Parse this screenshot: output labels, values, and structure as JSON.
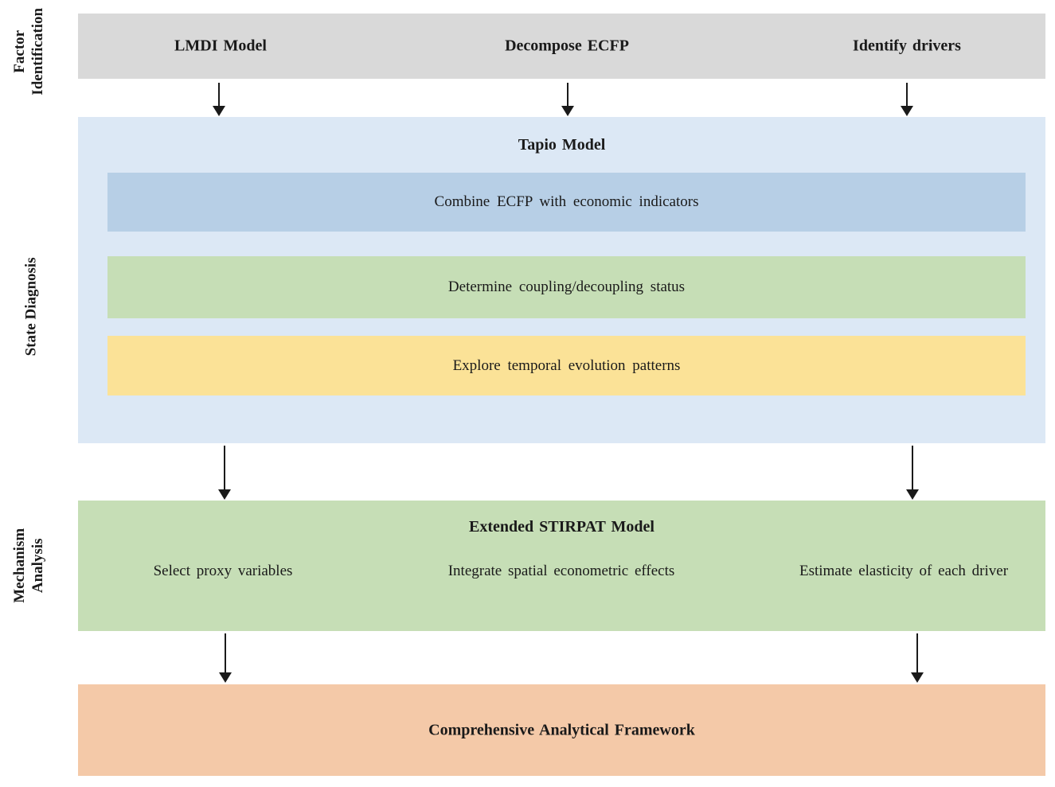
{
  "colors": {
    "gray_bar": "#d9d9d9",
    "state_panel": "#dce8f5",
    "step_blue": "#b7cfe6",
    "step_green": "#c6deb6",
    "step_yellow": "#fbe297",
    "mechanism_panel": "#c6deb6",
    "output_bar": "#f4c9a8",
    "arrow": "#1a1a1a"
  },
  "side_labels": {
    "factor_identification": "Factor Identification",
    "state_diagnosis": "State Diagnosis",
    "mechanism_analysis": "Mechanism Analysis"
  },
  "factor_row": {
    "items": [
      "LMDI Model",
      "Decompose ECFP",
      "Identify drivers"
    ]
  },
  "state_box": {
    "title": "Tapio Model",
    "steps": [
      {
        "label": "Combine ECFP with economic indicators",
        "color": "#b7cfe6"
      },
      {
        "label": "Determine coupling/decoupling status",
        "color": "#c6deb6"
      },
      {
        "label": "Explore temporal evolution patterns",
        "color": "#fbe297"
      }
    ]
  },
  "mechanism_box": {
    "title": "Extended STIRPAT Model",
    "items": [
      "Select proxy variables",
      "Integrate spatial econometric effects",
      "Estimate elasticity of each driver"
    ]
  },
  "output_box": {
    "title": "Comprehensive Analytical Framework"
  }
}
